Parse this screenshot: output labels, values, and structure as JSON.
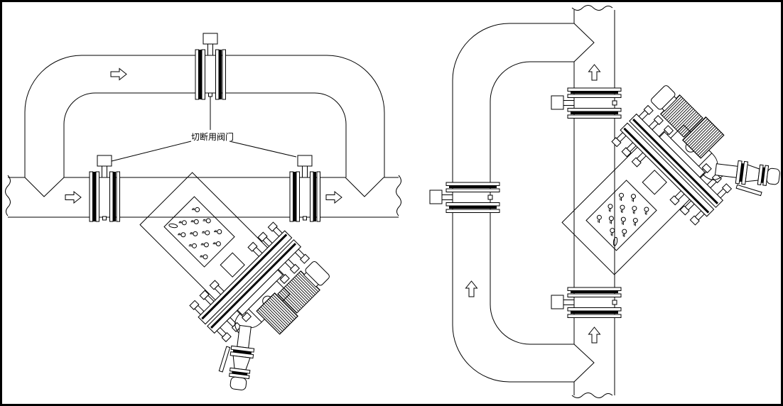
{
  "drawing": {
    "background": "#ffffff",
    "stroke_color": "#000000",
    "label": {
      "shutoff_valves": "切断用阀门"
    },
    "left_diagram": {
      "name": "horizontal pipeline installation with bypass",
      "flow_direction": "left-to-right",
      "flow_arrow_count": 3,
      "shutoff_valve_count": 3,
      "pipe_break_count": 2
    },
    "right_diagram": {
      "name": "vertical pipeline installation with bypass",
      "flow_direction": "bottom-to-top",
      "flow_arrow_count": 3,
      "shutoff_valve_count": 3,
      "pipe_break_count": 2
    }
  }
}
